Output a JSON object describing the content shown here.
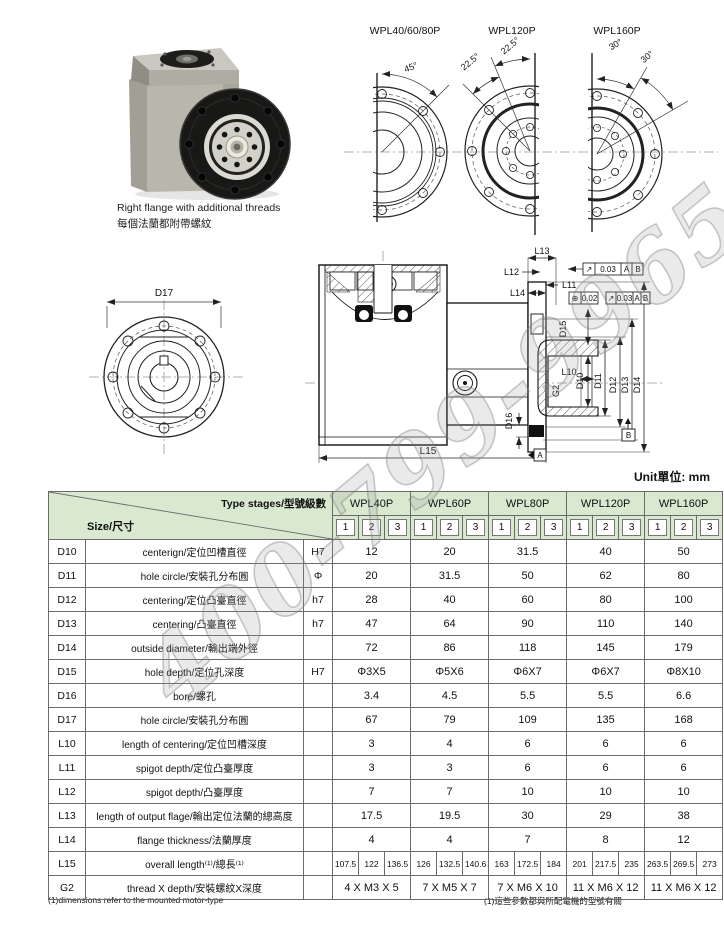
{
  "photo": {
    "caption_en": "Right flange with additional threads",
    "caption_zh": "每個法蘭都附帶螺紋"
  },
  "flange_views": {
    "views": [
      {
        "label": "WPL40/60/80P",
        "angles": [
          "45°"
        ]
      },
      {
        "label": "WPL120P",
        "angles": [
          "22.5°",
          "22.5°"
        ]
      },
      {
        "label": "WPL160P",
        "angles": [
          "30°",
          "30°"
        ]
      }
    ]
  },
  "front_view": {
    "dim": "D17"
  },
  "section": {
    "labels": {
      "L13": "L13",
      "L12": "L12",
      "L11": "L11",
      "L14": "L14",
      "D15": "D15",
      "L10": "L10",
      "G2": "G2",
      "D10": "D10",
      "D11": "D11",
      "D12": "D12",
      "D13": "D13",
      "D14": "D14",
      "D16": "D16",
      "L15": "L15"
    },
    "fcf": {
      "runout_sym": "↗",
      "runout_val": "0.03",
      "pos_sym": "⊕",
      "pos_val": "0.02",
      "datum1": "A",
      "datum2": "B"
    }
  },
  "unit_label": "Unit單位: mm",
  "watermark": "400-799-9965",
  "table": {
    "corner_type": "Type stages/型號級數",
    "corner_size": "Size/尺寸",
    "models": [
      "WPL40P",
      "WPL60P",
      "WPL80P",
      "WPL120P",
      "WPL160P"
    ],
    "stages": [
      "1",
      "2",
      "3"
    ],
    "rows": [
      {
        "code": "D10",
        "desc": "centerign/定位凹槽直徑",
        "tol": "H7",
        "span": "model",
        "values": [
          "12",
          "20",
          "31.5",
          "40",
          "50"
        ]
      },
      {
        "code": "D11",
        "desc": "hole circle/安裝孔分布圓",
        "tol": "Φ",
        "span": "model",
        "values": [
          "20",
          "31.5",
          "50",
          "62",
          "80"
        ]
      },
      {
        "code": "D12",
        "desc": "centering/定位凸臺直徑",
        "tol": "h7",
        "span": "model",
        "values": [
          "28",
          "40",
          "60",
          "80",
          "100"
        ]
      },
      {
        "code": "D13",
        "desc": "centering/凸臺直徑",
        "tol": "h7",
        "span": "model",
        "values": [
          "47",
          "64",
          "90",
          "110",
          "140"
        ]
      },
      {
        "code": "D14",
        "desc": "outside diameter/輸出端外徑",
        "tol": "",
        "span": "model",
        "values": [
          "72",
          "86",
          "118",
          "145",
          "179"
        ]
      },
      {
        "code": "D15",
        "desc": "hole depth/定位孔深度",
        "tol": "H7",
        "span": "model",
        "values": [
          "Φ3X5",
          "Φ5X6",
          "Φ6X7",
          "Φ6X7",
          "Φ8X10"
        ]
      },
      {
        "code": "D16",
        "desc": "bore/螺孔",
        "tol": "",
        "span": "model",
        "values": [
          "3.4",
          "4.5",
          "5.5",
          "5.5",
          "6.6"
        ]
      },
      {
        "code": "D17",
        "desc": "hole circle/安裝孔分布圓",
        "tol": "",
        "span": "model",
        "values": [
          "67",
          "79",
          "109",
          "135",
          "168"
        ]
      },
      {
        "code": "L10",
        "desc": "length of centering/定位凹槽深度",
        "tol": "",
        "span": "model",
        "values": [
          "3",
          "4",
          "6",
          "6",
          "6"
        ]
      },
      {
        "code": "L11",
        "desc": "spigot depth/定位凸臺厚度",
        "tol": "",
        "span": "model",
        "values": [
          "3",
          "3",
          "6",
          "6",
          "6"
        ]
      },
      {
        "code": "L12",
        "desc": "spigot depth/凸臺厚度",
        "tol": "",
        "span": "model",
        "values": [
          "7",
          "7",
          "10",
          "10",
          "10"
        ]
      },
      {
        "code": "L13",
        "desc": "length of output flage/輸出定位法蘭的總高度",
        "tol": "",
        "span": "model",
        "values": [
          "17.5",
          "19.5",
          "30",
          "29",
          "38"
        ]
      },
      {
        "code": "L14",
        "desc": "flange thickness/法蘭厚度",
        "tol": "",
        "span": "model",
        "values": [
          "4",
          "4",
          "7",
          "8",
          "12"
        ]
      },
      {
        "code": "L15",
        "desc": "overall length⁽¹⁾/總長⁽¹⁾",
        "tol": "",
        "span": "stage",
        "values": [
          "107.5",
          "122",
          "136.5",
          "126",
          "132.5",
          "140.6",
          "163",
          "172.5",
          "184",
          "201",
          "217.5",
          "235",
          "263.5",
          "269.5",
          "273"
        ]
      },
      {
        "code": "G2",
        "desc": "thread X depth/安裝螺紋X深度",
        "tol": "",
        "span": "model",
        "values": [
          "4 X M3 X 5",
          "7 X M5 X 7",
          "7 X M6 X 10",
          "11 X M6 X 12",
          "11 X M6 X 12"
        ]
      }
    ]
  },
  "footnotes": {
    "left": "(1)dimensions refer to the mounted motor-type",
    "right": "(1)這些參數都與所配電機的型號有關"
  }
}
